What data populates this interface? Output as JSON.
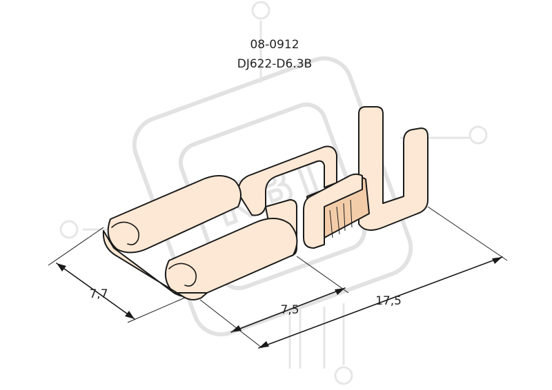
{
  "part_codes": {
    "code": "08-0912",
    "model": "DJ622-D6.3B"
  },
  "dimensions": {
    "width": "7,7",
    "tab_length": "7,5",
    "total_length": "17,5"
  },
  "watermark": {
    "text": "КВТ"
  },
  "colors": {
    "fill": "#fce8d4",
    "outline": "#1a1a1a",
    "watermark": "#e2e2e2"
  }
}
